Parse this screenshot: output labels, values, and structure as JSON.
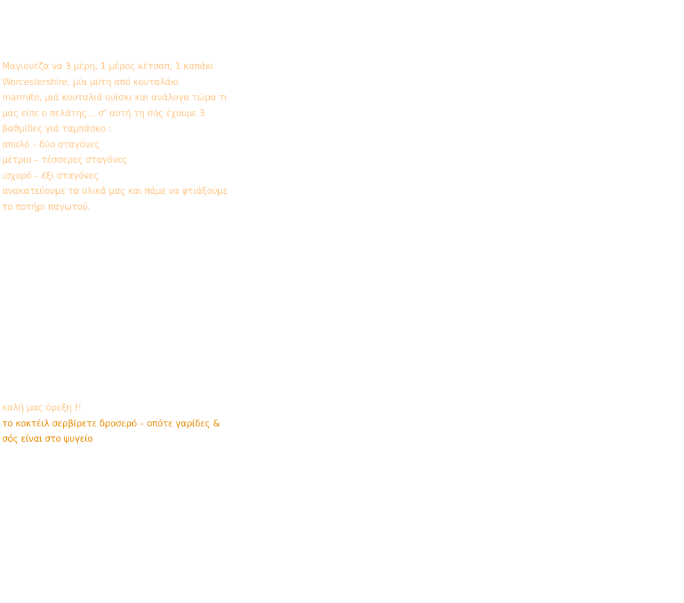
{
  "colors": {
    "light_orange": "#ffc88a",
    "dark_orange": "#e68a00",
    "background": "#ffffff"
  },
  "recipe": {
    "lines": [
      "Μαγιονέζα να 3 μέρη, 1 μέρος κέτσαπ, 1 καπάκι",
      "Worcestershire, μία μύτη από κουταλάκι",
      "marmite, μιά κουταλιά ουίσκι και ανάλογα τώρα τι",
      "μας είπε ο πελάτης… σ’ αυτή τη σός έχουμε 3",
      "βαθμίδες γιά ταμπάσκο :",
      "απαλό – δύο σταγόνες",
      "μέτριο – τέσσερες σταγόνες",
      "ισχυρό – έξι σταγόνες",
      "ανακατεύουμε τα υλικά μας και πάμε να φτιάξουμε",
      "το ποτήρι παγωτού."
    ]
  },
  "closing": {
    "greeting": "καλή μας όρεξη !!",
    "note_line1": "το κοκτέιλ σερβίρετε δροσερό – οπότε γαρίδες &",
    "note_line2": "σός είναι στο ψυγείο"
  }
}
